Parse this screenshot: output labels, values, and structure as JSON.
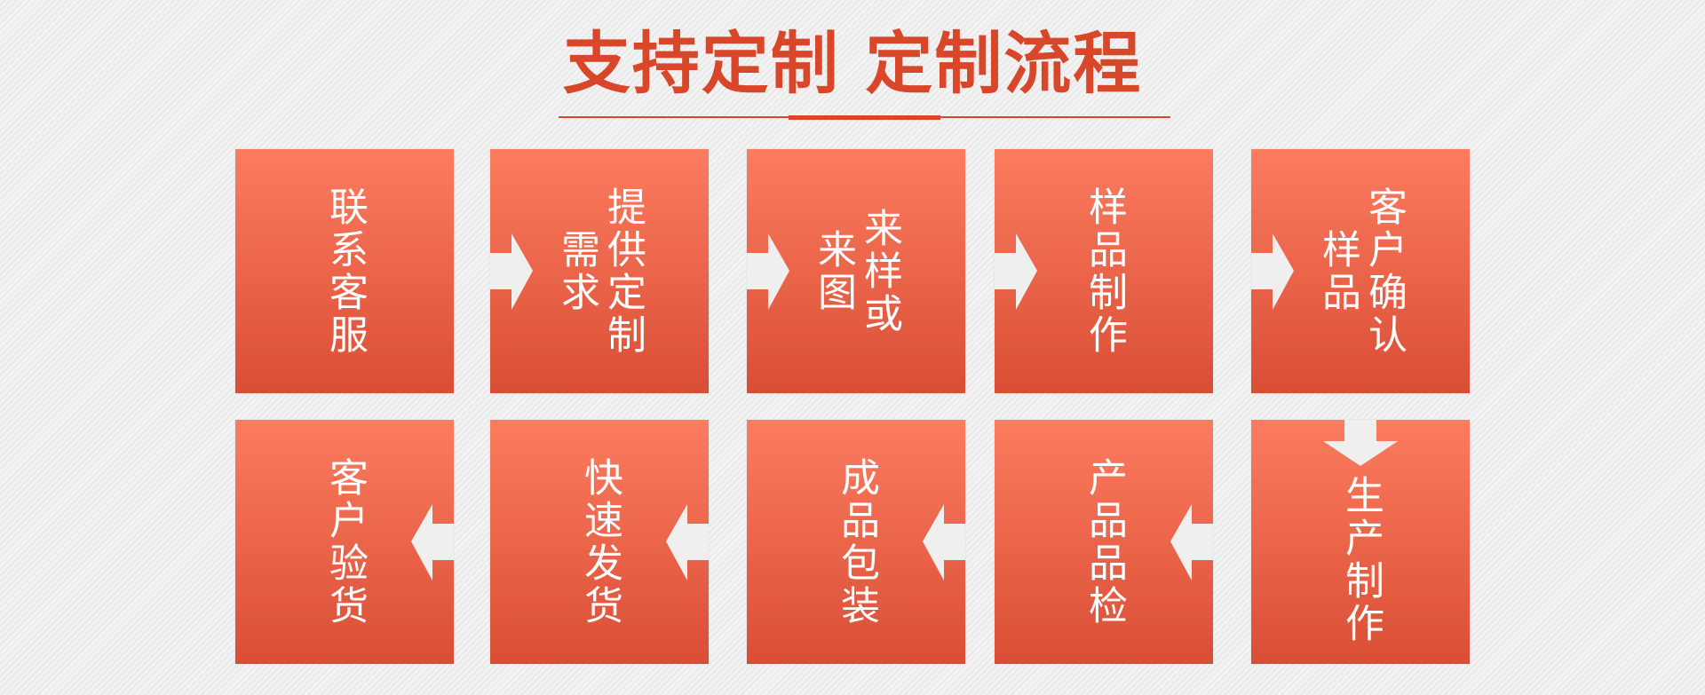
{
  "title": "支持定制 定制流程",
  "colors": {
    "accent": "#d9472b",
    "box_top": "#fc7c60",
    "box_bottom": "#d94e35"
  },
  "steps": [
    {
      "columns": [
        "联系客服"
      ]
    },
    {
      "columns": [
        "提供定制",
        "需求"
      ]
    },
    {
      "columns": [
        "来样或",
        "来图"
      ]
    },
    {
      "columns": [
        "样品制作"
      ]
    },
    {
      "columns": [
        "客户确认",
        "样品"
      ]
    },
    {
      "columns": [
        "生产制作"
      ]
    },
    {
      "columns": [
        "产品品检"
      ]
    },
    {
      "columns": [
        "成品包装"
      ]
    },
    {
      "columns": [
        "快速发货"
      ]
    },
    {
      "columns": [
        "客户验货"
      ]
    }
  ]
}
